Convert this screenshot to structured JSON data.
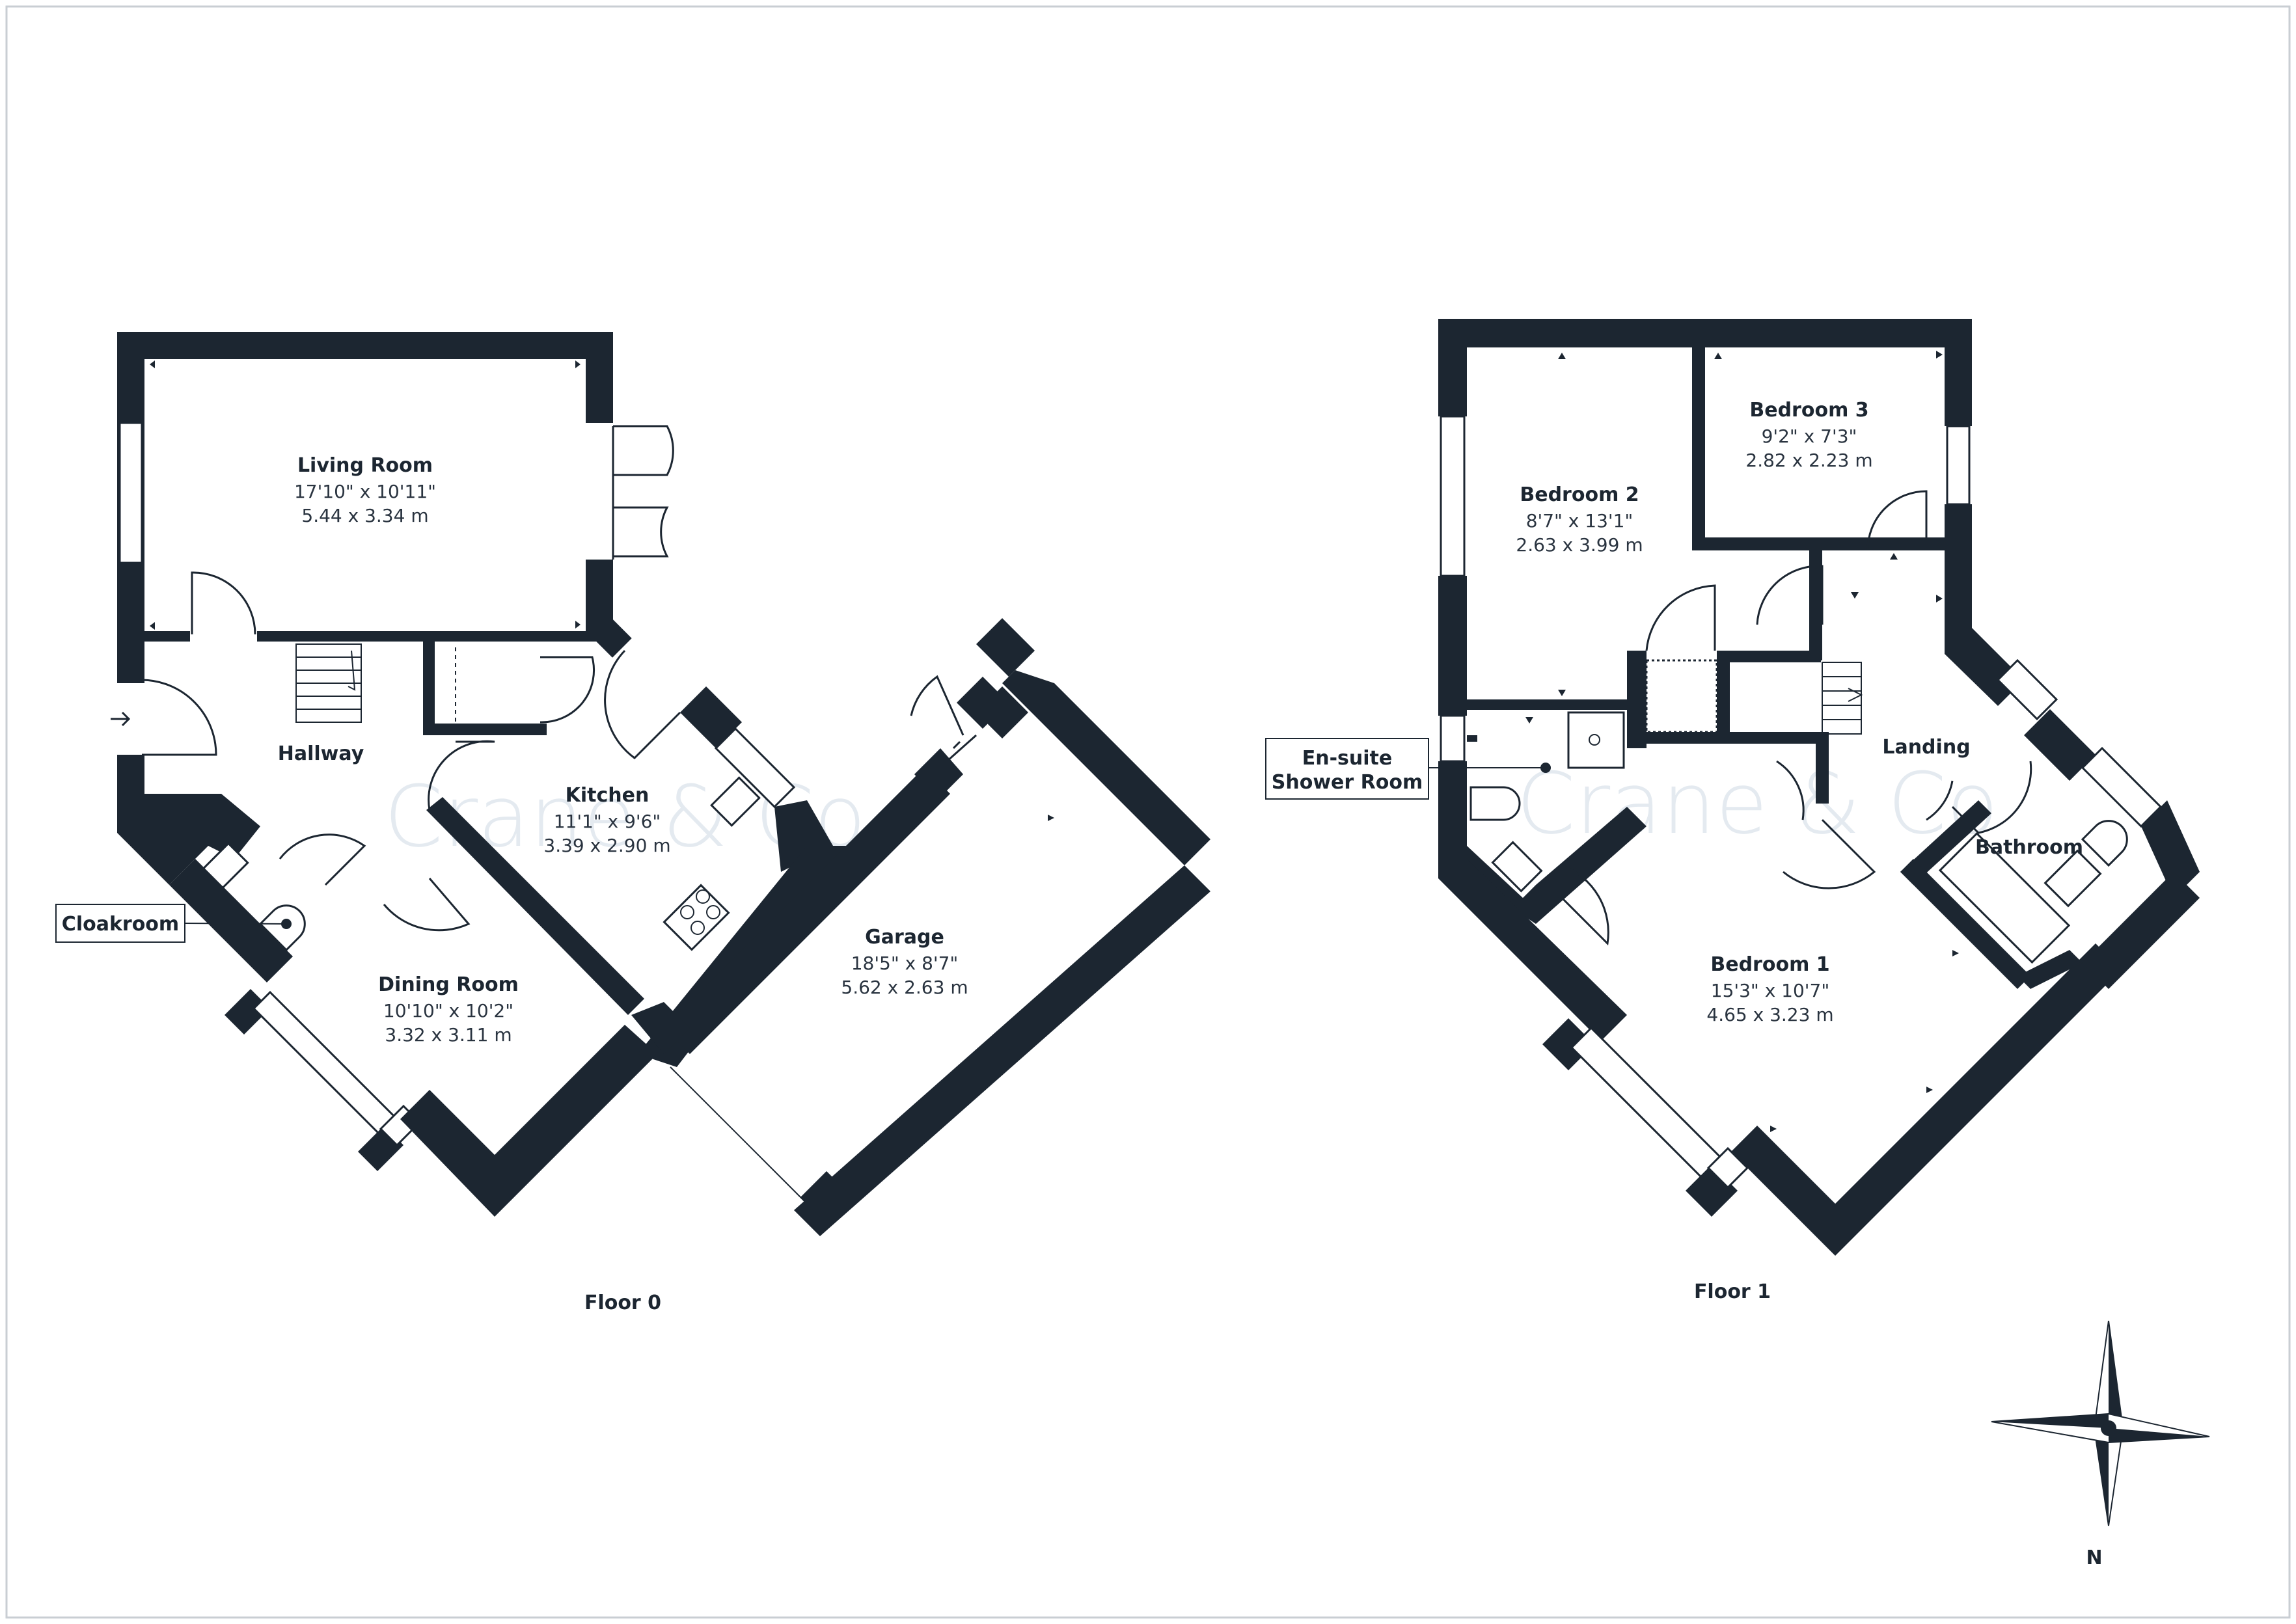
{
  "watermark": "Crane & Co",
  "floors": [
    {
      "label": "Floor 0",
      "rooms": [
        {
          "name": "Living Room",
          "imperial": "17'10\" x 10'11\"",
          "metric": "5.44 x 3.34 m"
        },
        {
          "name": "Hallway",
          "imperial": "",
          "metric": ""
        },
        {
          "name": "Kitchen",
          "imperial": "11'1\" x 9'6\"",
          "metric": "3.39 x 2.90 m"
        },
        {
          "name": "Dining Room",
          "imperial": "10'10\" x 10'2\"",
          "metric": "3.32 x 3.11 m"
        },
        {
          "name": "Garage",
          "imperial": "18'5\" x 8'7\"",
          "metric": "5.62 x 2.63 m"
        }
      ],
      "callouts": [
        {
          "name": "Cloakroom"
        }
      ]
    },
    {
      "label": "Floor 1",
      "rooms": [
        {
          "name": "Bedroom 3",
          "imperial": "9'2\" x 7'3\"",
          "metric": "2.82 x 2.23 m"
        },
        {
          "name": "Bedroom 2",
          "imperial": "8'7\" x 13'1\"",
          "metric": "2.63 x 3.99 m"
        },
        {
          "name": "Landing",
          "imperial": "",
          "metric": ""
        },
        {
          "name": "Bathroom",
          "imperial": "",
          "metric": ""
        },
        {
          "name": "Bedroom 1",
          "imperial": "15'3\" x 10'7\"",
          "metric": "4.65 x 3.23 m"
        }
      ],
      "callouts": [
        {
          "name": "En-suite",
          "line2": "Shower Room"
        }
      ]
    }
  ],
  "compass": {
    "north_label": "N"
  },
  "colors": {
    "wall": "#1c2631",
    "watermark": "#e4eaf0",
    "background": "#ffffff"
  }
}
